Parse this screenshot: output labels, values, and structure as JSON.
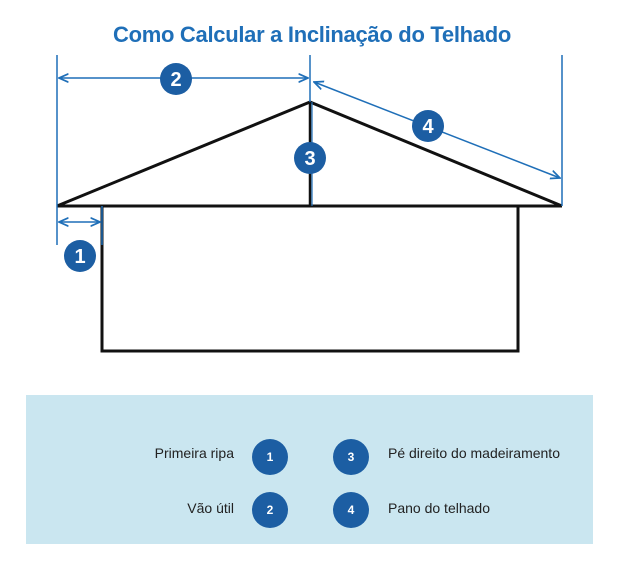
{
  "title": "Como Calcular a Inclinação do Telhado",
  "colors": {
    "accent": "#1f6fb8",
    "badge": "#1c5ea3",
    "legend_bg": "#cae6f0",
    "outline": "#111111"
  },
  "markers": {
    "m1": "1",
    "m2": "2",
    "m3": "3",
    "m4": "4"
  },
  "legend": [
    {
      "number": "1",
      "label": "Primeira ripa"
    },
    {
      "number": "2",
      "label": "Vão útil"
    },
    {
      "number": "3",
      "label": "Pé direito do madeiramento"
    },
    {
      "number": "4",
      "label": "Pano do telhado"
    }
  ]
}
